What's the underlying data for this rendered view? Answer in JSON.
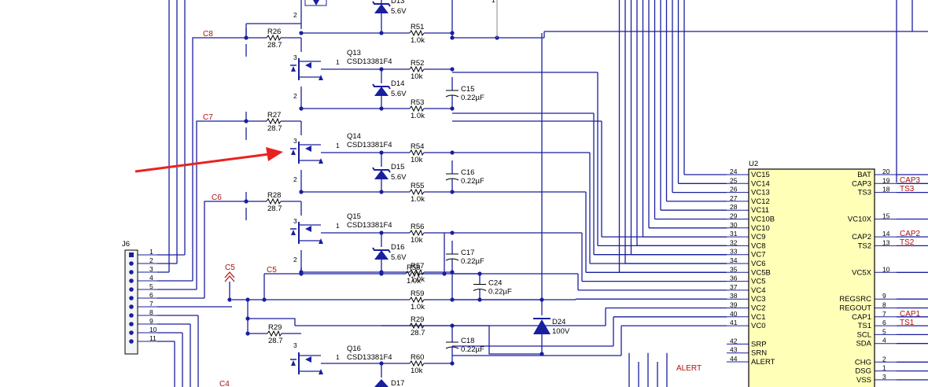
{
  "nets": {
    "cells": [
      "C8",
      "C7",
      "C6",
      "C5",
      "C4"
    ],
    "alert": "ALERT",
    "cap3": "CAP3",
    "ts3": "TS3",
    "cap2": "CAP2",
    "ts2": "TS2",
    "cap1": "CAP1",
    "ts1": "TS1",
    "c5_flag": "C5"
  },
  "resistors": [
    {
      "ref": "R26",
      "value": "28.7"
    },
    {
      "ref": "R51",
      "value": "1.0k"
    },
    {
      "ref": "R52",
      "value": "10k"
    },
    {
      "ref": "R53",
      "value": "1.0k"
    },
    {
      "ref": "R27",
      "value": "28.7"
    },
    {
      "ref": "R54",
      "value": "10k"
    },
    {
      "ref": "R55",
      "value": "1.0k"
    },
    {
      "ref": "R28",
      "value": "28.7"
    },
    {
      "ref": "R56",
      "value": "10k"
    },
    {
      "ref": "R57",
      "value": "1.0k"
    },
    {
      "ref": "R58",
      "value": "1.0k"
    },
    {
      "ref": "R59",
      "value": "1.0k"
    },
    {
      "ref": "R29",
      "value": "28.7"
    },
    {
      "ref": "R60",
      "value": "10k"
    }
  ],
  "capacitors": [
    {
      "ref": "C15",
      "value": "0.22µF"
    },
    {
      "ref": "C16",
      "value": "0.22µF"
    },
    {
      "ref": "C17",
      "value": "0.22µF"
    },
    {
      "ref": "C24",
      "value": "0.22µF"
    },
    {
      "ref": "C18",
      "value": "0.22µF"
    }
  ],
  "diodes": [
    {
      "ref": "D13",
      "value": "5.6V"
    },
    {
      "ref": "D14",
      "value": "5.6V"
    },
    {
      "ref": "D15",
      "value": "5.6V"
    },
    {
      "ref": "D16",
      "value": "5.6V"
    },
    {
      "ref": "D17",
      "value": ""
    },
    {
      "ref": "D24",
      "value": "100V"
    }
  ],
  "mosfets": [
    {
      "ref": "Q13",
      "part": "CSD13381F4"
    },
    {
      "ref": "Q14",
      "part": "CSD13381F4"
    },
    {
      "ref": "Q15",
      "part": "CSD13381F4"
    },
    {
      "ref": "Q16",
      "part": "CSD13381F4"
    }
  ],
  "mosfet_pins": [
    "1",
    "2",
    "3"
  ],
  "connector": {
    "ref": "J6",
    "pins": [
      "1",
      "2",
      "3",
      "4",
      "5",
      "6",
      "7",
      "8",
      "9",
      "10",
      "11"
    ]
  },
  "ic": {
    "ref": "U2",
    "left_pins": [
      {
        "num": "24",
        "name": "VC15"
      },
      {
        "num": "25",
        "name": "VC14"
      },
      {
        "num": "26",
        "name": "VC13"
      },
      {
        "num": "27",
        "name": "VC12"
      },
      {
        "num": "28",
        "name": "VC11"
      },
      {
        "num": "29",
        "name": "VC10B"
      },
      {
        "num": "30",
        "name": "VC10"
      },
      {
        "num": "31",
        "name": "VC9"
      },
      {
        "num": "32",
        "name": "VC8"
      },
      {
        "num": "33",
        "name": "VC7"
      },
      {
        "num": "34",
        "name": "VC6"
      },
      {
        "num": "35",
        "name": "VC5B"
      },
      {
        "num": "36",
        "name": "VC5"
      },
      {
        "num": "37",
        "name": "VC4"
      },
      {
        "num": "38",
        "name": "VC3"
      },
      {
        "num": "39",
        "name": "VC2"
      },
      {
        "num": "40",
        "name": "VC1"
      },
      {
        "num": "41",
        "name": "VC0"
      },
      {
        "num": "42",
        "name": "SRP"
      },
      {
        "num": "43",
        "name": "SRN"
      },
      {
        "num": "44",
        "name": "ALERT"
      }
    ],
    "right_pins": [
      {
        "num": "20",
        "name": "BAT"
      },
      {
        "num": "19",
        "name": "CAP3"
      },
      {
        "num": "18",
        "name": "TS3"
      },
      {
        "num": "15",
        "name": "VC10X"
      },
      {
        "num": "14",
        "name": "CAP2"
      },
      {
        "num": "13",
        "name": "TS2"
      },
      {
        "num": "10",
        "name": "VC5X"
      },
      {
        "num": "9",
        "name": "REGSRC"
      },
      {
        "num": "8",
        "name": "REGOUT"
      },
      {
        "num": "7",
        "name": "CAP1"
      },
      {
        "num": "6",
        "name": "TS1"
      },
      {
        "num": "5",
        "name": "SCL"
      },
      {
        "num": "4",
        "name": "SDA"
      },
      {
        "num": "2",
        "name": "CHG"
      },
      {
        "num": "1",
        "name": "DSG"
      },
      {
        "num": "3",
        "name": "VSS"
      }
    ]
  },
  "colors": {
    "wire": "#1a1f9e",
    "ic_fill": "#ffffb8",
    "net_label": "#b01010",
    "arrow": "#e8231f"
  }
}
